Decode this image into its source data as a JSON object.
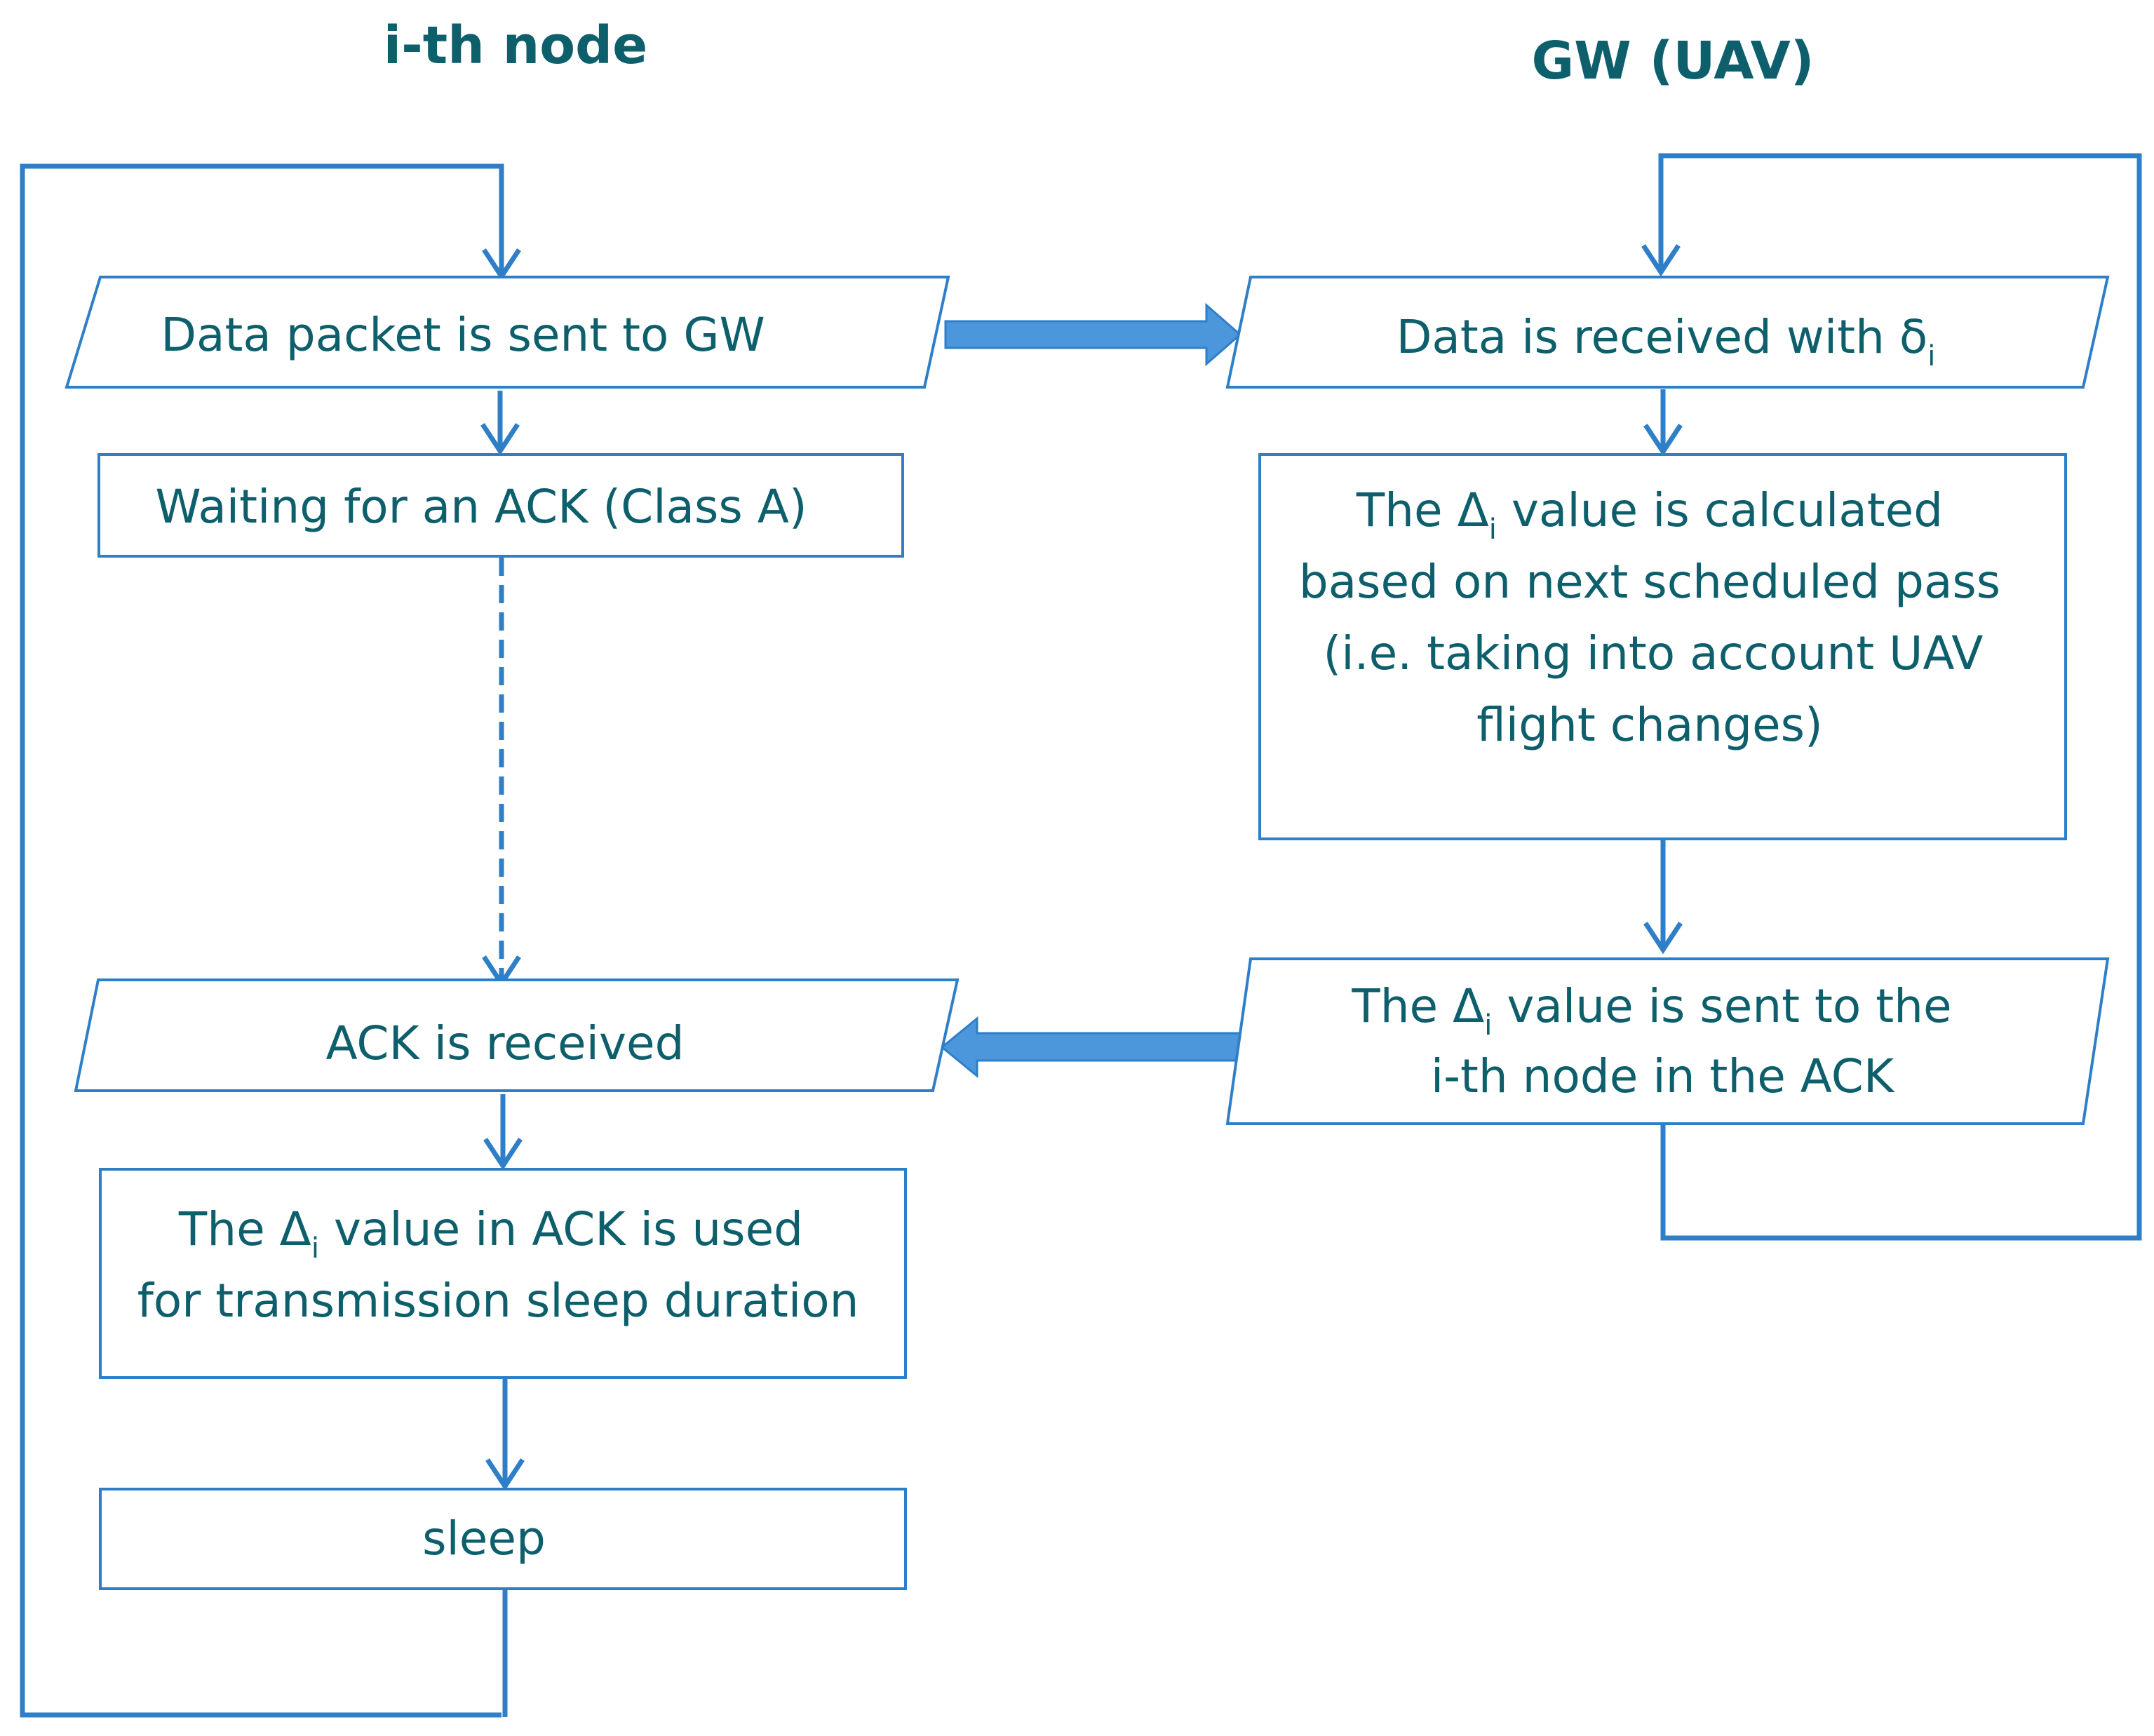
{
  "titles": {
    "left": "i-th node",
    "right": "GW (UAV)"
  },
  "left_boxes": {
    "data_sent": "Data packet is sent to GW",
    "waiting": "Waiting for an ACK (Class A)",
    "ack_received": "ACK is received",
    "used": {
      "line1_prefix": "The  Δ",
      "line1_sub": "i",
      "line1_suffix": " value in ACK is used",
      "line2": "for transmission sleep duration"
    },
    "sleep": "sleep"
  },
  "right_boxes": {
    "data_received": {
      "prefix": "Data is received with δ",
      "sub": "i"
    },
    "calculated": {
      "line1_prefix": "The Δ",
      "line1_sub": "i",
      "line1_suffix": " value is calculated",
      "line2": "based on next scheduled pass",
      "line3": "(i.e. taking into account UAV",
      "line4": "flight changes)"
    },
    "sent": {
      "line1_prefix": "The Δ",
      "line1_sub": "i",
      "line1_suffix": " value is sent to the",
      "line2": "i-th node in the ACK"
    }
  },
  "colors": {
    "text": "#0e5f6c",
    "line": "#2e7fc8",
    "arrow_fill": "#4c97dc"
  }
}
